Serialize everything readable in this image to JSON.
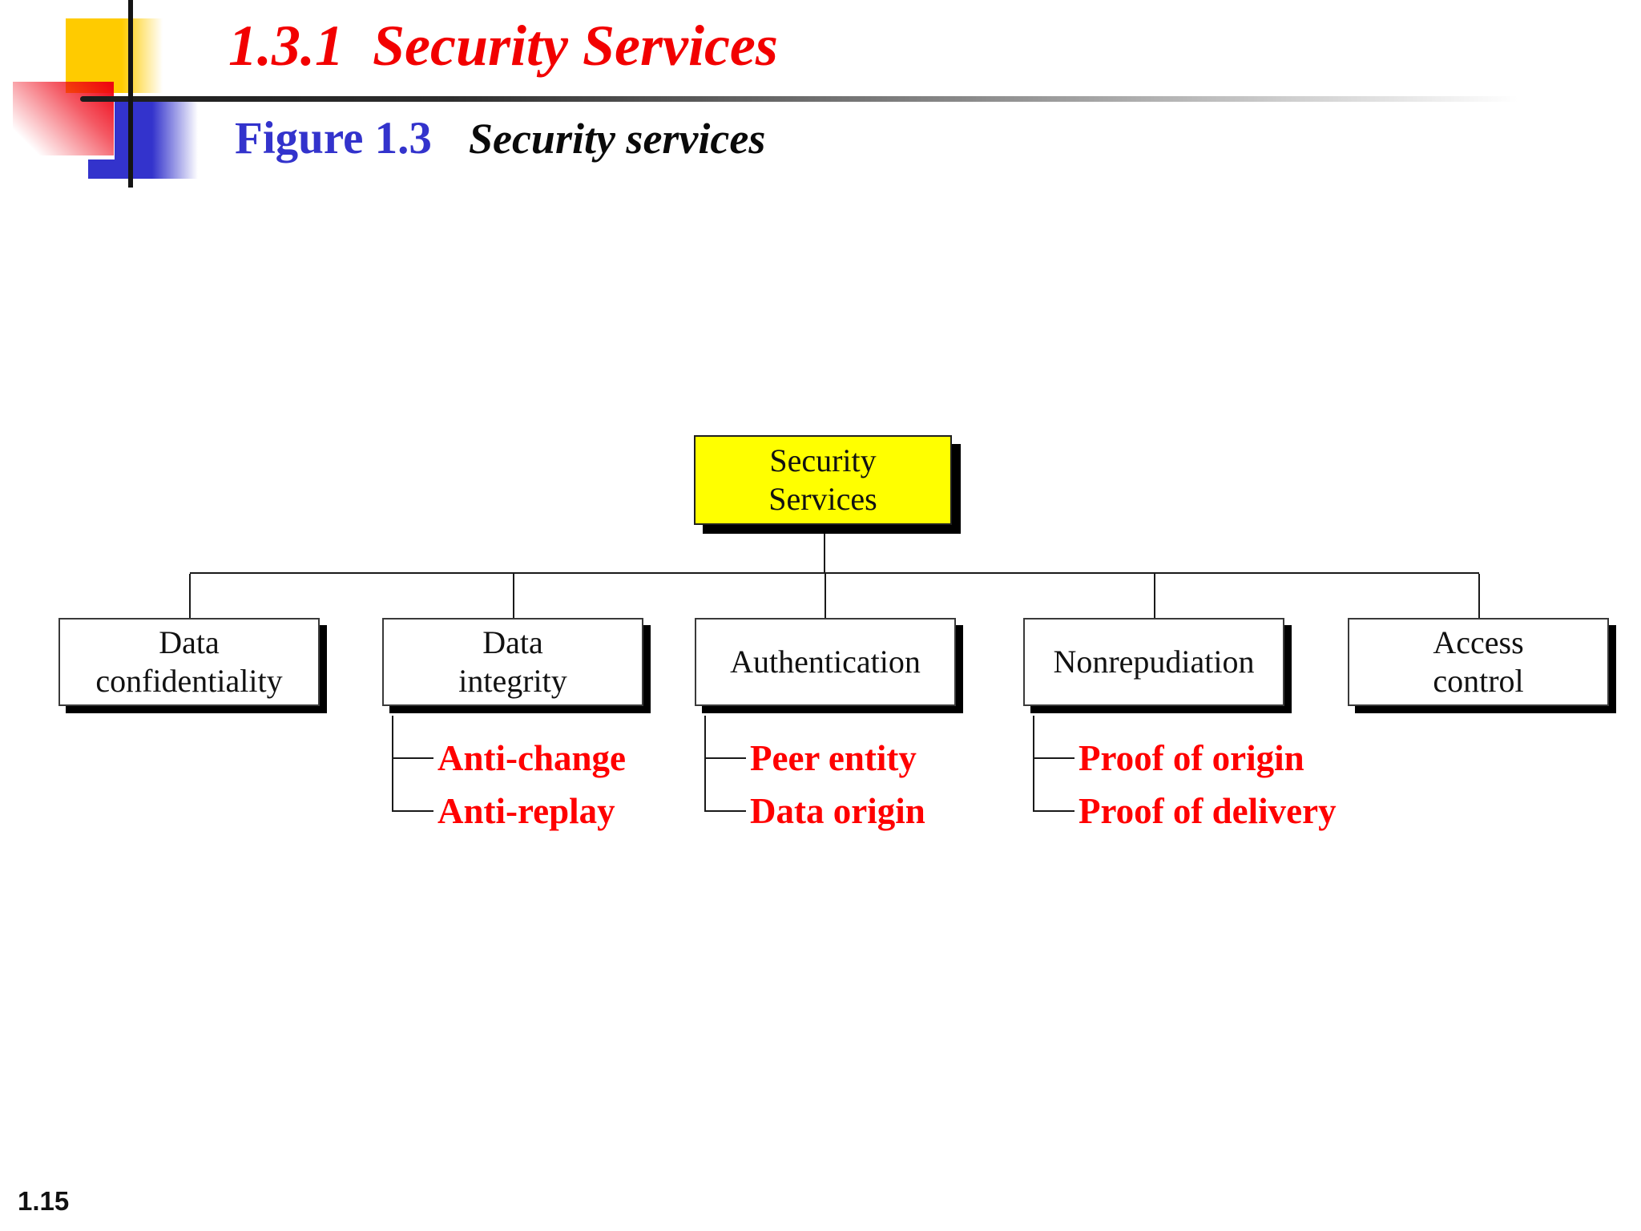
{
  "slide": {
    "title": "1.3.1  Security Services",
    "figure_label": "Figure 1.3",
    "figure_caption": "Security services",
    "page_number": "1.15"
  },
  "colors": {
    "title_red": "#f20000",
    "figure_blue": "#3333cc",
    "sub_red": "#ff0000",
    "root_yellow": "#ffff00",
    "deco_blue": "#3333cc",
    "line_black": "#1a1a1a"
  },
  "diagram": {
    "root": {
      "label": "Security\nServices"
    },
    "children": [
      {
        "label": "Data\nconfidentiality",
        "sub": []
      },
      {
        "label": "Data\nintegrity",
        "sub": [
          "Anti-change",
          "Anti-replay"
        ]
      },
      {
        "label": "Authentication",
        "sub": [
          "Peer entity",
          "Data origin"
        ]
      },
      {
        "label": "Nonrepudiation",
        "sub": [
          "Proof of origin",
          "Proof of delivery"
        ]
      },
      {
        "label": "Access\ncontrol",
        "sub": []
      }
    ]
  }
}
